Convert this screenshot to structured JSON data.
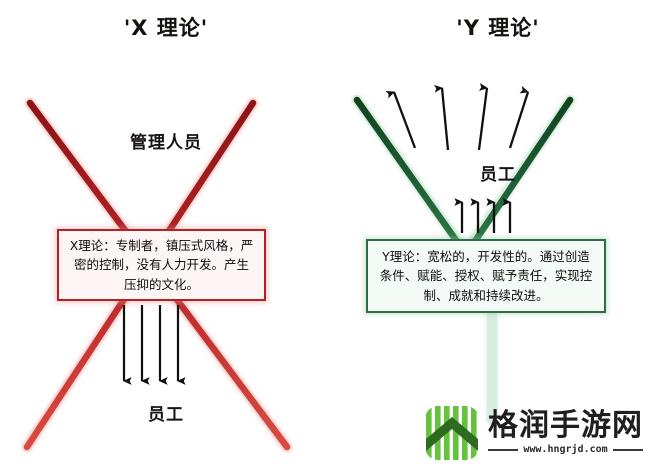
{
  "diagram": {
    "panels": [
      {
        "id": "theory-x",
        "title": "'X 理论'",
        "top_label": "管理人员",
        "bottom_label": "员工",
        "callout": "X理论：专制者，镇压式风格，严密的控制，没有人力开发。产生压抑的文化。",
        "line_color": "#a81d1f",
        "border_color": "#b52025",
        "shape": "x-cross",
        "arrow_direction": "down",
        "arrow_count": 4
      },
      {
        "id": "theory-y",
        "title": "'Y 理论'",
        "top_label": "员工",
        "callout": "Y理论：宽松的，开发性的。通过创造条件、赋能、授权、赋予责任，实现控制、成就和持续改进。",
        "line_color": "#1d5c33",
        "border_color": "#2f6b45",
        "shape": "y-fork",
        "arrow_direction": "up",
        "upper_arrow_count": 4,
        "lower_arrow_count": 4
      }
    ]
  },
  "watermark": {
    "site_name": "格润手游网",
    "url": "www.hngrjd.com",
    "logo_icon": "striped-roof-logo-icon",
    "logo_color_light": "#6abf3e",
    "logo_color_dark": "#2d6b1f"
  }
}
